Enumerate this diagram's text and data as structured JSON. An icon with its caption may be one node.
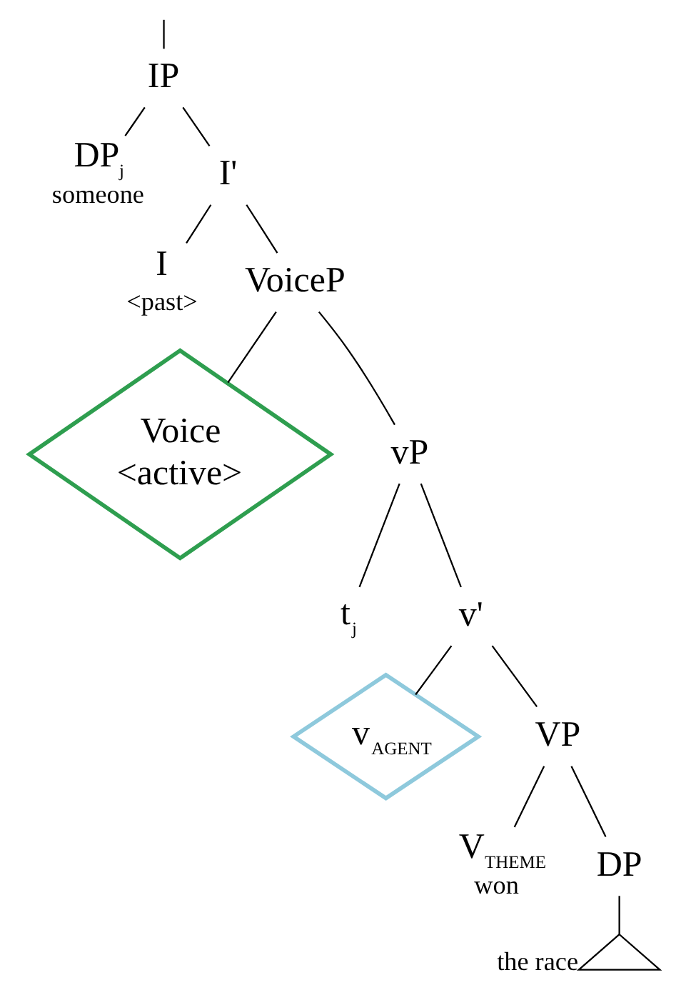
{
  "diagram": {
    "nodes": [
      {
        "text": [
          "IP"
        ]
      },
      {
        "text": [
          "DP$_{j}$"
        ],
        "beside": [
          "someone"
        ]
      },
      {
        "text": [
          "I'"
        ]
      },
      {
        "text": [
          "I"
        ],
        "beside": [
          "<past>"
        ]
      },
      {
        "text": [
          "VoiceP"
        ]
      },
      {
        "text": [
          "Voice",
          "<active>"
        ]
      },
      {
        "text": [
          "vP"
        ]
      },
      {
        "text": [
          "t$_{j}$"
        ]
      },
      {
        "text": [
          "v'"
        ]
      },
      {
        "text": [
          "v$_{AGENT}$"
        ]
      },
      {
        "text": [
          "VP"
        ]
      },
      {
        "text": [
          "V$_{THEME}$"
        ],
        "beside": [
          "won"
        ]
      },
      {
        "text": [
          "DP"
        ]
      },
      {
        "text": [],
        "shape": "triangle",
        "beside": [
          "the race"
        ]
      }
    ],
    "edges": [
      {
        "from": null,
        "to": 0,
        "arrow": "none"
      },
      {
        "from": 0,
        "to": 1,
        "arrow": "none"
      },
      {
        "from": 0,
        "to": 2,
        "arrow": "none"
      },
      {
        "from": 2,
        "to": 3,
        "arrow": "none"
      },
      {
        "from": 2,
        "to": 4,
        "arrow": "none"
      },
      {
        "from": 4,
        "to": 5,
        "arrow": "none"
      },
      {
        "from": 4,
        "to": 6,
        "arrow": "none"
      },
      {
        "from": 6,
        "to": 7,
        "arrow": "none"
      },
      {
        "from": 6,
        "to": 8,
        "arrow": "none"
      },
      {
        "from": 8,
        "to": 9,
        "arrow": "none"
      },
      {
        "from": 8,
        "to": 10,
        "arrow": "none"
      },
      {
        "from": 10,
        "to": 11,
        "arrow": "none"
      },
      {
        "from": 10,
        "to": 12,
        "arrow": "none"
      },
      {
        "from": 12,
        "to": 13,
        "arrow": "none"
      }
    ]
  }
}
